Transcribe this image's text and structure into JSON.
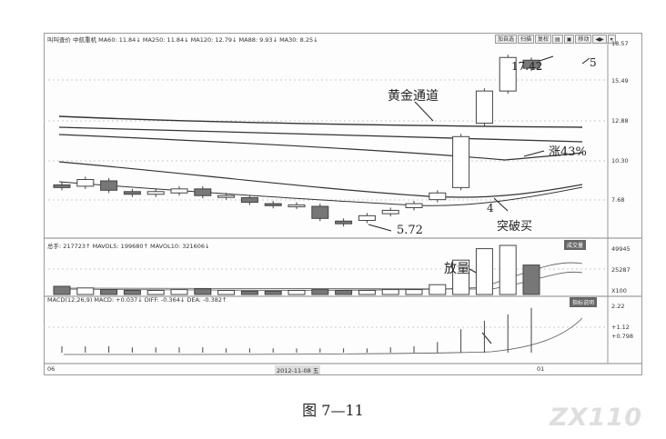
{
  "header": {
    "main": "叫叫查价 中航重机 MA60: 11.84↓  MA250: 11.84↓  MA120: 12.79↓  MA88: 9.93↓  MA30: 8.25↓",
    "volume": "总手: 217723↑  MAVOL5: 199680↑  MAVOL10: 321606↓",
    "macd": "MACD(12,26,9) MACD: +0.037↓  DIFF: -0.364↓  DEA: -0.382↑"
  },
  "toolbar": [
    "加自选",
    "扫描",
    "复权",
    "▤",
    "▣",
    "移动",
    "◀▶",
    "▾"
  ],
  "axes": {
    "price_ticks": [
      "18.57",
      "15.49",
      "12.88",
      "10.30",
      "7.68"
    ],
    "volume_ticks": [
      "49945",
      "25287",
      "X100"
    ],
    "macd_ticks": [
      "2.22",
      "+1.12",
      "+0.798"
    ],
    "date_labels": [
      "06",
      "2012-11-08 五",
      "01"
    ]
  },
  "tags": {
    "volume": "成交量",
    "macd": "指标说明"
  },
  "annotations": {
    "golden_channel": "黄金通道",
    "high": "17.42",
    "num5": "5",
    "rise": "涨43%",
    "num4": "4",
    "breakout": "突破买",
    "low": "5.72",
    "volume_up": "放量"
  },
  "caption": "图 7—11",
  "watermark": "ZX110",
  "chart_data": {
    "type": "candlestick",
    "candles": [
      {
        "open": 7.9,
        "close": 7.7
      },
      {
        "open": 7.8,
        "close": 8.3
      },
      {
        "open": 8.2,
        "close": 7.5
      },
      {
        "open": 7.4,
        "close": 7.2
      },
      {
        "open": 7.2,
        "close": 7.4
      },
      {
        "open": 7.3,
        "close": 7.6
      },
      {
        "open": 7.6,
        "close": 7.1
      },
      {
        "open": 7.0,
        "close": 7.1
      },
      {
        "open": 6.95,
        "close": 6.6
      },
      {
        "open": 6.5,
        "close": 6.35
      },
      {
        "open": 6.3,
        "close": 6.4
      },
      {
        "open": 6.3,
        "close": 5.4
      },
      {
        "open": 5.2,
        "close": 5.0
      },
      {
        "open": 5.25,
        "close": 5.6
      },
      {
        "open": 5.75,
        "close": 6.0
      },
      {
        "open": 6.2,
        "close": 6.5
      },
      {
        "open": 6.8,
        "close": 7.3
      },
      {
        "open": 7.7,
        "close": 11.5
      },
      {
        "open": 12.5,
        "close": 14.9
      },
      {
        "open": 14.9,
        "close": 17.4
      },
      {
        "open": 17.2,
        "close": 16.6
      }
    ],
    "volume": [
      5,
      4,
      3,
      2.5,
      2.5,
      3,
      3.5,
      2.5,
      2,
      2,
      2.5,
      3,
      2.5,
      2.5,
      3,
      3,
      6,
      21,
      28,
      30,
      18
    ],
    "macd_bars": [
      0.3,
      0.3,
      0.3,
      0.25,
      0.25,
      0.25,
      0.25,
      0.2,
      0.2,
      0.2,
      0.2,
      0.2,
      0.2,
      0.2,
      0.25,
      0.3,
      0.5,
      1.1,
      1.5,
      1.8,
      2.1
    ],
    "ylim": [
      4.2,
      18.57
    ]
  }
}
